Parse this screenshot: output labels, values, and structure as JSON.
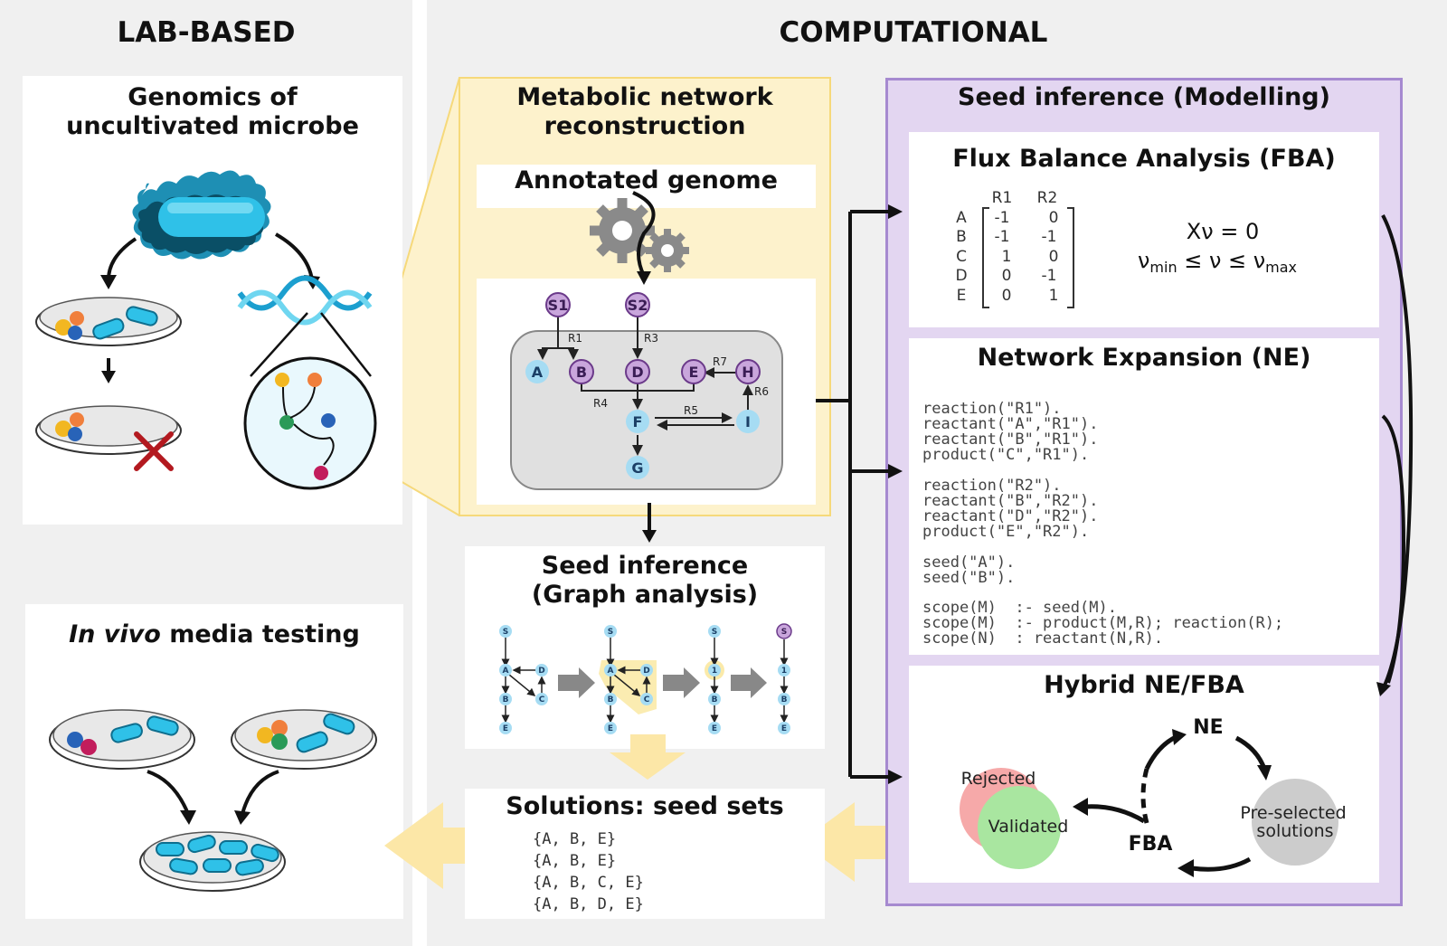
{
  "sections": {
    "lab": "LAB-BASED",
    "computational": "COMPUTATIONAL"
  },
  "genomics": {
    "title_line1": "Genomics of",
    "title_line2": "uncultivated microbe"
  },
  "invivo": {
    "title_italic": "In vivo",
    "title_rest": " media testing"
  },
  "metabolic": {
    "title_line1": "Metabolic network",
    "title_line2": "reconstruction",
    "annotated": "Annotated genome",
    "nodes": {
      "S1": "S1",
      "S2": "S2",
      "A": "A",
      "B": "B",
      "D": "D",
      "E": "E",
      "H": "H",
      "F": "F",
      "I": "I",
      "G": "G"
    },
    "reactions": {
      "R1": "R1",
      "R3": "R3",
      "R7": "R7",
      "R4": "R4",
      "R5": "R5",
      "R6": "R6"
    }
  },
  "graph": {
    "title_line1": "Seed inference",
    "title_line2": "(Graph analysis)",
    "labels": {
      "S": "S",
      "A": "A",
      "B": "B",
      "C": "C",
      "D": "D",
      "E": "E",
      "one": "1"
    }
  },
  "solutions": {
    "title": "Solutions: seed sets",
    "sets": [
      "{A, B, E}",
      "{A, B, E}",
      "{A, B, C, E}",
      "{A, B, D, E}"
    ]
  },
  "modelling": {
    "title": "Seed inference (Modelling)"
  },
  "fba": {
    "title": "Flux Balance Analysis (FBA)",
    "cols": [
      "R1",
      "R2"
    ],
    "rows": [
      "A",
      "B",
      "C",
      "D",
      "E"
    ],
    "matrix": [
      [
        "-1",
        "0"
      ],
      [
        "-1",
        "-1"
      ],
      [
        "1",
        "0"
      ],
      [
        "0",
        "-1"
      ],
      [
        "0",
        "1"
      ]
    ],
    "eq1": "Xν = 0",
    "eq2_left": "ν",
    "eq2_left_sub": "min",
    "eq2_mid": " ≤ ν ≤ ν",
    "eq2_right_sub": "max"
  },
  "ne": {
    "title": "Network Expansion (NE)",
    "block1": [
      "reaction(\"R1\").",
      "reactant(\"A\",\"R1\").",
      "reactant(\"B\",\"R1\").",
      "product(\"C\",\"R1\")."
    ],
    "block2": [
      "reaction(\"R2\").",
      "reactant(\"B\",\"R2\").",
      "reactant(\"D\",\"R2\").",
      "product(\"E\",\"R2\")."
    ],
    "block3": [
      "seed(\"A\").",
      "seed(\"B\")."
    ],
    "block4": [
      "scope(M)  :- seed(M).",
      "scope(M)  :- product(M,R); reaction(R);",
      "scope(N)  : reactant(N,R)."
    ]
  },
  "hybrid": {
    "title": "Hybrid NE/FBA",
    "ne": "NE",
    "fba": "FBA",
    "rejected": "Rejected",
    "validated": "Validated",
    "preselected_line1": "Pre-selected",
    "preselected_line2": "solutions"
  },
  "colors": {
    "gray_bg": "#f0f0f0",
    "yellow_bg": "#fdf2cc",
    "yellow_arrow": "#fce7a7",
    "purple_bg": "#e3d6f1",
    "purple_border": "#a68ad0",
    "node_blue": "#a6dcf3",
    "node_purple": "#c9a6dc",
    "cell_blue": "#2fc1e8"
  }
}
